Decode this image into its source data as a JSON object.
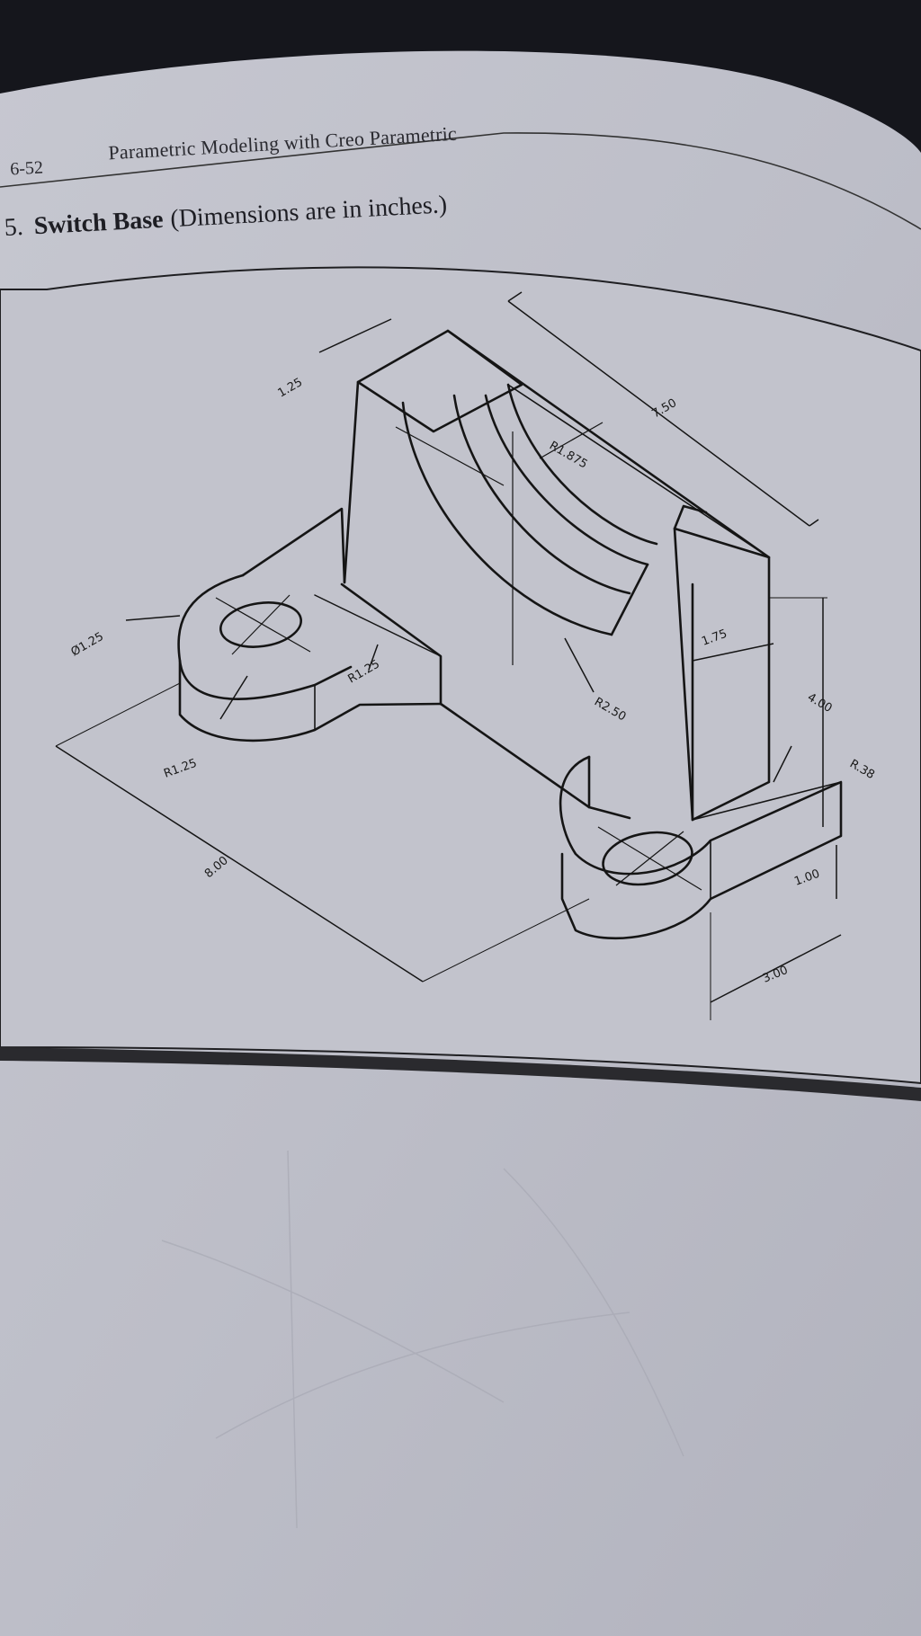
{
  "page": {
    "page_number": "6-52",
    "book_title": "Parametric Modeling with Creo Parametric"
  },
  "exercise": {
    "number": "5.",
    "title": "Switch Base",
    "note": "(Dimensions are in inches.)"
  },
  "drawing": {
    "dimensions": {
      "top_thickness": "1.25",
      "length": "7.50",
      "inner_radius": "R1.875",
      "outer_radius": "R2.50",
      "wall_thickness": "1.75",
      "height": "4.00",
      "fillet_radius": "R.38",
      "hole_diameter": "Ø1.25",
      "lug_radius": "R1.25",
      "lug_fillet_radius": "R1.25",
      "base_length": "8.00",
      "base_thickness": "1.00",
      "base_width": "3.00"
    }
  },
  "colors": {
    "paper": "#bfc0c9",
    "ink": "#151515",
    "background": "#15161c"
  }
}
